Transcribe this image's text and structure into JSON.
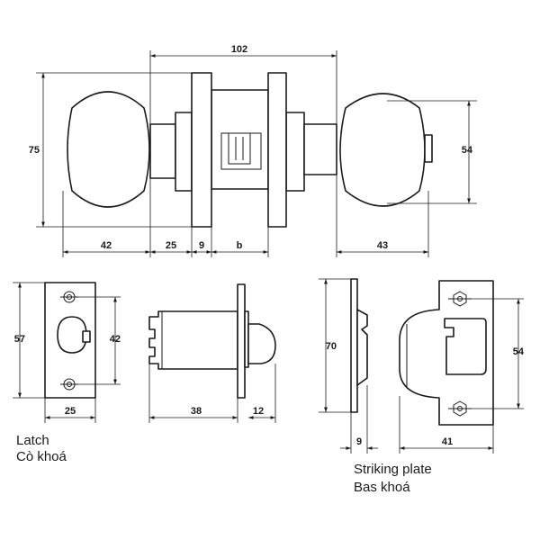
{
  "dimensions": {
    "overall_width": "102",
    "knob_height": "75",
    "knob_right_height": "54",
    "knob_left_depth": "42",
    "neck": "25",
    "rose": "9",
    "door": "b",
    "knob_right_depth": "43",
    "latch_height": "57",
    "latch_hole_spacing": "42",
    "latch_width": "25",
    "backset": "38",
    "bolt": "12",
    "plate_height": "70",
    "plate_depth": "9",
    "plate_width": "41",
    "plate_hole_spacing": "54"
  },
  "captions": {
    "latch_en": "Latch",
    "latch_vi": "Cò khoá",
    "plate_en": "Striking plate",
    "plate_vi": "Bas khoá"
  },
  "colors": {
    "line": "#1a1a1a",
    "background": "#ffffff"
  }
}
